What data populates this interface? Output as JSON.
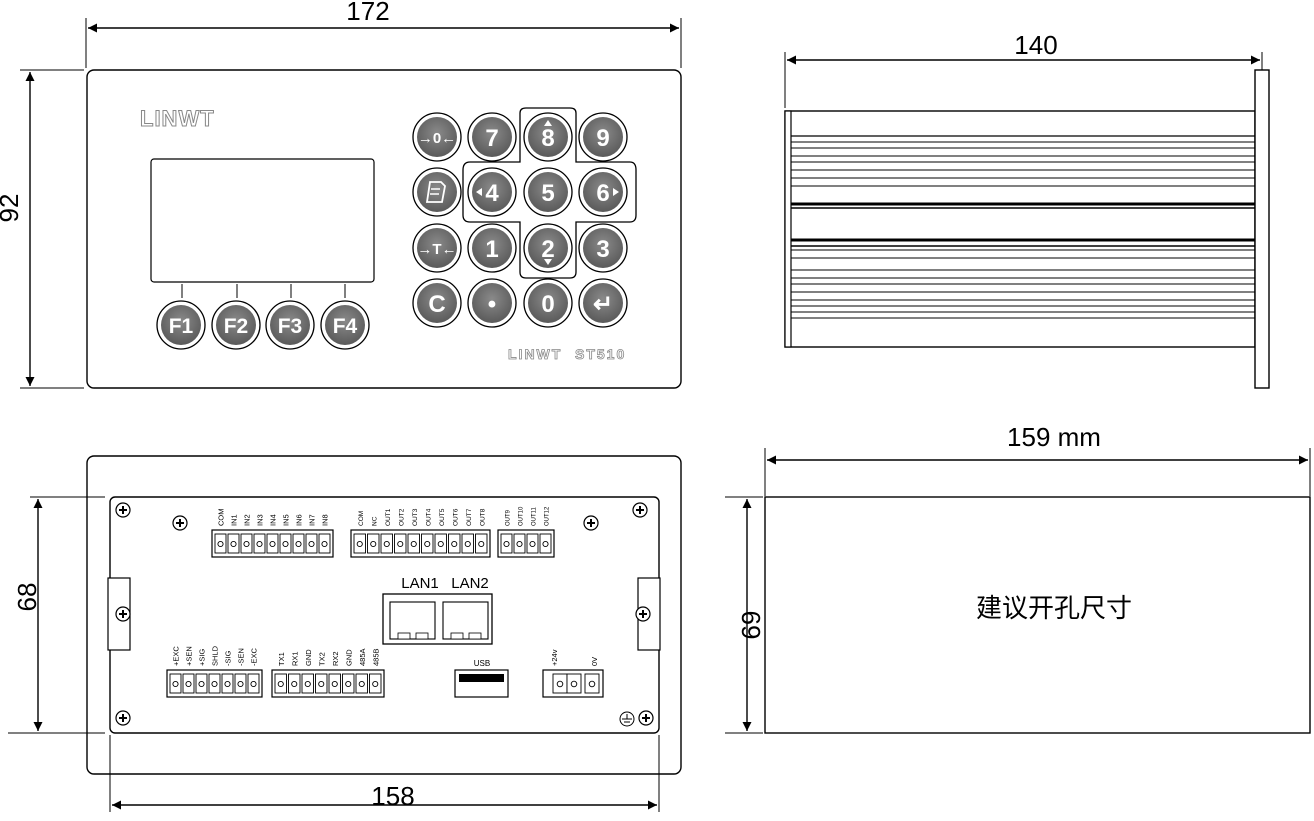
{
  "dimensions": {
    "front_width": "172",
    "front_height": "92",
    "side_depth": "140",
    "rear_width": "158",
    "rear_height": "68",
    "cutout_width": "159 mm",
    "cutout_height": "69"
  },
  "front": {
    "brand": "LINWT",
    "model": "ST510",
    "function_keys": [
      "F1",
      "F2",
      "F3",
      "F4"
    ],
    "keypad": [
      "→0←",
      "7",
      "8",
      "9",
      "",
      "4",
      "5",
      "6",
      "→T←",
      "1",
      "2",
      "3",
      "C",
      "•",
      "0",
      "↵"
    ]
  },
  "rear": {
    "input_labels": [
      "COM",
      "IN1",
      "IN2",
      "IN3",
      "IN4",
      "IN5",
      "IN6",
      "IN7",
      "IN8"
    ],
    "output_labels": [
      "COM",
      "NC",
      "OUT1",
      "OUT2",
      "OUT3",
      "OUT4",
      "OUT5",
      "OUT6",
      "OUT7",
      "OUT8"
    ],
    "output_labels_2": [
      "OUT9",
      "OUT10",
      "OUT11",
      "OUT12"
    ],
    "lan1": "LAN1",
    "lan2": "LAN2",
    "sensor_labels": [
      "+EXC",
      "+SEN",
      "+SIG",
      "SHLD",
      "-SIG",
      "-SEN",
      "-EXC"
    ],
    "comm_labels": [
      "TX1",
      "RX1",
      "GND",
      "TX2",
      "RX2",
      "GND",
      "485A",
      "485B"
    ],
    "usb": "USB",
    "power_24v": "+24v",
    "power_0v": "0V"
  },
  "cutout": {
    "label": "建议开孔尺寸"
  }
}
